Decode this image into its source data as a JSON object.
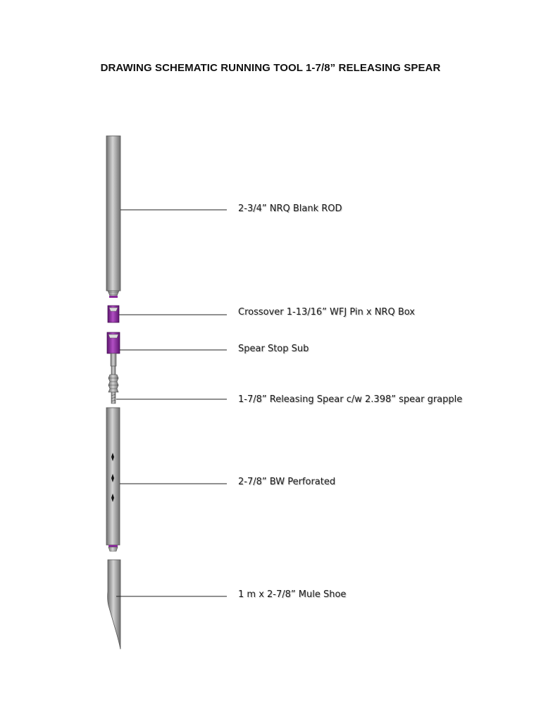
{
  "title": "DRAWING SCHEMATIC RUNNING TOOL 1-7/8” RELEASING SPEAR",
  "colors": {
    "steel_light": "#d4d4d4",
    "steel_dark": "#6f6f6f",
    "accent": "#8a2a9b",
    "leader_line": "#222222"
  },
  "components": [
    {
      "id": "blank-rod",
      "label": "2-3/4” NRQ Blank ROD",
      "icon": "rod-icon"
    },
    {
      "id": "crossover",
      "label": "Crossover 1-13/16” WFJ Pin x NRQ Box",
      "icon": "crossover-sub-icon"
    },
    {
      "id": "spear-stop-sub",
      "label": "Spear Stop Sub",
      "icon": "stop-sub-icon"
    },
    {
      "id": "releasing-spear",
      "label": "1-7/8” Releasing Spear c/w 2.398” spear grapple",
      "icon": "spear-icon"
    },
    {
      "id": "perforated-pipe",
      "label": "2-7/8” BW Perforated",
      "icon": "perforated-pipe-icon"
    },
    {
      "id": "mule-shoe",
      "label": "1 m x 2-7/8” Mule Shoe",
      "icon": "mule-shoe-icon"
    }
  ]
}
